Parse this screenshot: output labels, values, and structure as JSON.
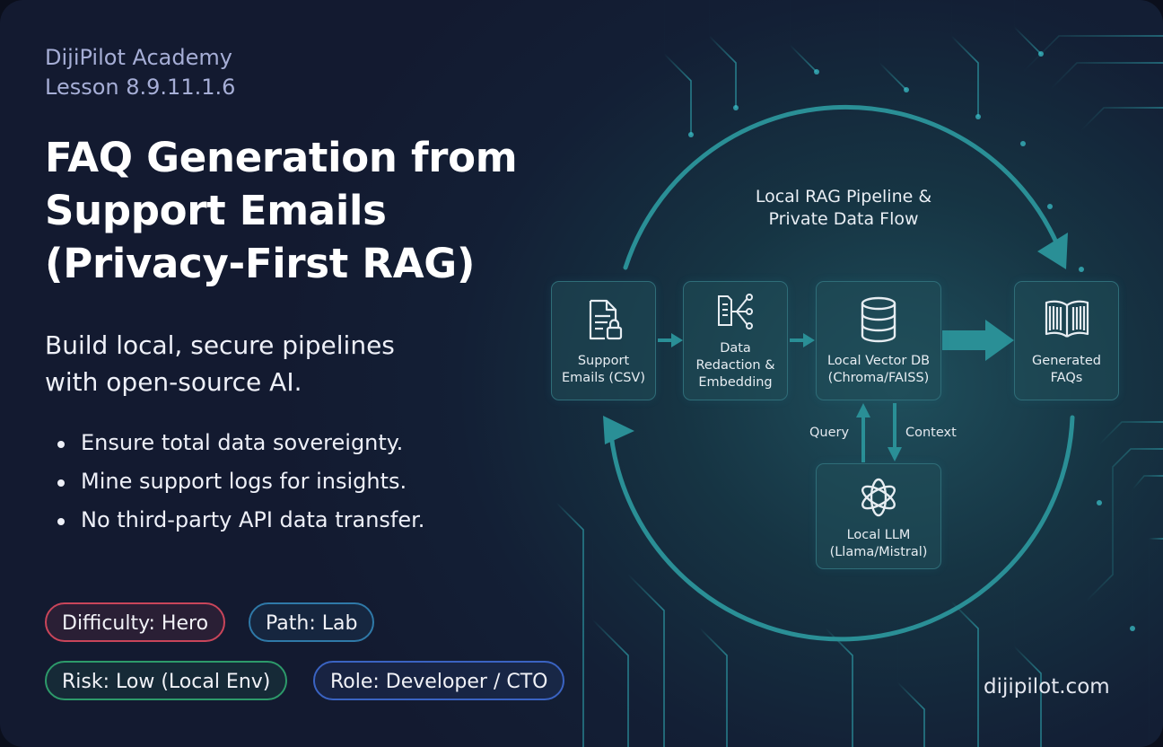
{
  "header": {
    "brand": "DijiPilot Academy",
    "lesson": "Lesson 8.9.11.1.6"
  },
  "title_lines": [
    "FAQ Generation from",
    "Support Emails",
    "(Privacy-First RAG)"
  ],
  "subtitle_lines": [
    "Build local, secure pipelines",
    "with open-source AI."
  ],
  "bullets": [
    "Ensure total data sovereignty.",
    "Mine support logs for insights.",
    "No third-party API data transfer."
  ],
  "tags": {
    "difficulty": "Difficulty: Hero",
    "path": "Path: Lab",
    "risk": "Risk: Low (Local Env)",
    "role": "Role: Developer / CTO"
  },
  "website": "dijipilot.com",
  "diagram": {
    "title_lines": [
      "Local RAG Pipeline &",
      "Private Data Flow"
    ],
    "nodes": {
      "support_emails": {
        "lines": [
          "Support",
          "Emails (CSV)"
        ],
        "icon": "document-lock-icon"
      },
      "redaction": {
        "lines": [
          "Data",
          "Redaction &",
          "Embedding"
        ],
        "icon": "split-flow-icon"
      },
      "vector_db": {
        "lines": [
          "Local Vector DB",
          "(Chroma/FAISS)"
        ],
        "icon": "database-icon"
      },
      "faqs": {
        "lines": [
          "Generated",
          "FAQs"
        ],
        "icon": "open-book-icon"
      },
      "llm": {
        "lines": [
          "Local LLM",
          "(Llama/Mistral)"
        ],
        "icon": "knot-icon"
      }
    },
    "edges": {
      "query": "Query",
      "context": "Context"
    }
  },
  "colors": {
    "accent_teal": "#2a8f96",
    "node_border": "#2f6d78",
    "difficulty": "#c9455a",
    "path": "#2f79a8",
    "risk": "#2d9a6a",
    "role": "#3a63c2"
  }
}
